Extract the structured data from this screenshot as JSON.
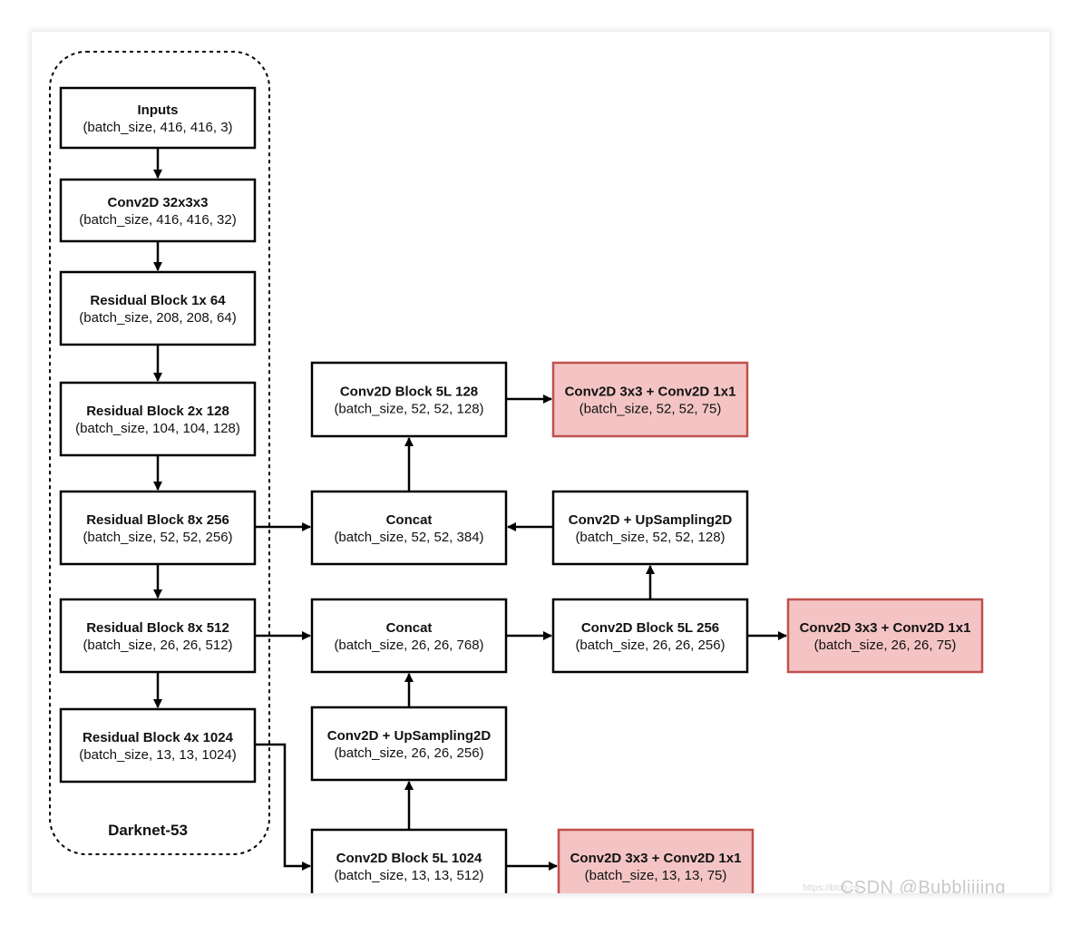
{
  "colors": {
    "box_fill": "#ffffff",
    "box_stroke": "#000000",
    "output_fill": "#f4c4c4",
    "output_stroke": "#c0504d",
    "arrow": "#000000"
  },
  "group": {
    "label": "Darknet-53"
  },
  "nodes": {
    "inputs": {
      "title": "Inputs",
      "sub": "(batch_size, 416, 416, 3)"
    },
    "conv32": {
      "title": "Conv2D 32x3x3",
      "sub": "(batch_size, 416, 416, 32)"
    },
    "res1": {
      "title": "Residual Block 1x  64",
      "sub": "(batch_size, 208, 208, 64)"
    },
    "res2": {
      "title": "Residual Block 2x  128",
      "sub": "(batch_size, 104, 104, 128)"
    },
    "res8a": {
      "title": "Residual Block 8x  256",
      "sub": "(batch_size, 52, 52, 256)"
    },
    "res8b": {
      "title": "Residual Block 8x  512",
      "sub": "(batch_size, 26, 26, 512)"
    },
    "res4": {
      "title": "Residual Block 4x  1024",
      "sub": "(batch_size, 13, 13, 1024)"
    },
    "cb128": {
      "title": "Conv2D Block 5L  128",
      "sub": "(batch_size, 52, 52, 128)"
    },
    "concat52": {
      "title": "Concat",
      "sub": "(batch_size, 52, 52, 384)"
    },
    "concat26": {
      "title": "Concat",
      "sub": "(batch_size, 26, 26, 768)"
    },
    "up26": {
      "title": "Conv2D + UpSampling2D",
      "sub": "(batch_size, 26, 26, 256)"
    },
    "cb1024": {
      "title": "Conv2D Block 5L  1024",
      "sub": "(batch_size, 13, 13, 512)"
    },
    "up52": {
      "title": "Conv2D + UpSampling2D",
      "sub": "(batch_size, 52, 52, 128)"
    },
    "cb256": {
      "title": "Conv2D Block 5L  256",
      "sub": "(batch_size, 26, 26, 256)"
    },
    "out52": {
      "title": "Conv2D 3x3 + Conv2D 1x1",
      "sub": "(batch_size, 52, 52, 75)"
    },
    "out26": {
      "title": "Conv2D 3x3 + Conv2D 1x1",
      "sub": "(batch_size, 26, 26, 75)"
    },
    "out13": {
      "title": "Conv2D 3x3 + Conv2D 1x1",
      "sub": "(batch_size, 13, 13, 75)"
    }
  },
  "watermark": {
    "text": "CSDN @Bubbliiiing",
    "url": "https://blog.cs"
  }
}
